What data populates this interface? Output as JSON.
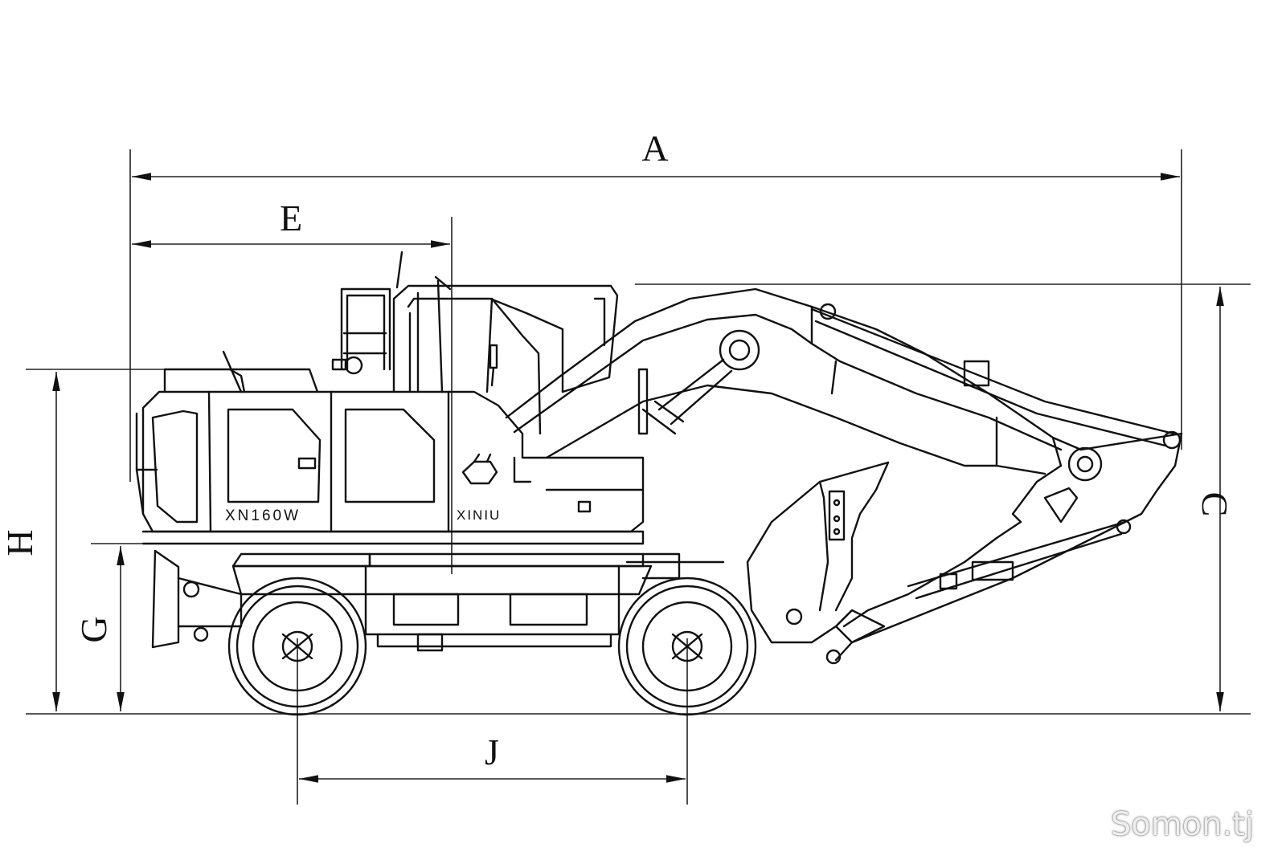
{
  "dimensions": {
    "A": "A",
    "E": "E",
    "C": "C",
    "H": "H",
    "G": "G",
    "J": "J"
  },
  "machine": {
    "model_label": "XN160W",
    "brand_label": "XINIU"
  },
  "watermark": "Somon.tj"
}
